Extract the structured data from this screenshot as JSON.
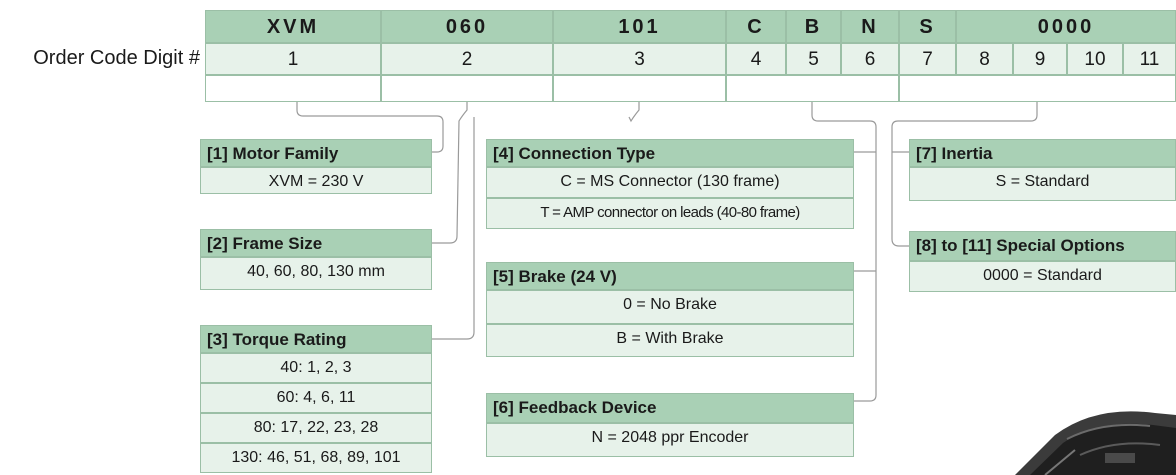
{
  "row_label": "Order Code Digit #",
  "code_segments": [
    {
      "code": "XVM",
      "digits": "1"
    },
    {
      "code": "060",
      "digits": "2"
    },
    {
      "code": "101",
      "digits": "3"
    },
    {
      "code": "C",
      "digits": "4"
    },
    {
      "code": "B",
      "digits": "5"
    },
    {
      "code": "N",
      "digits": "6"
    },
    {
      "code": "S",
      "digits": "7"
    },
    {
      "code": "0000",
      "digits": [
        "8",
        "9",
        "10",
        "11"
      ]
    }
  ],
  "boxes": {
    "motor_family": {
      "title": "[1]  Motor Family",
      "rows": [
        "XVM = 230 V"
      ]
    },
    "frame_size": {
      "title": "[2]  Frame Size",
      "rows": [
        "40, 60, 80, 130 mm"
      ]
    },
    "torque_rating": {
      "title": "[3]  Torque Rating",
      "rows": [
        "40: 1, 2, 3",
        "60:  4, 6, 11",
        "80: 17, 22, 23, 28",
        "130: 46, 51, 68, 89, 101"
      ]
    },
    "connection_type": {
      "title": "[4]  Connection Type",
      "rows": [
        "C = MS Connector (130 frame)",
        "T = AMP connector on leads (40-80 frame)"
      ]
    },
    "brake": {
      "title": "[5]  Brake (24 V)",
      "rows": [
        "0 = No Brake",
        "B = With Brake"
      ]
    },
    "feedback_device": {
      "title": "[6]  Feedback Device",
      "rows": [
        "N = 2048 ppr Encoder"
      ]
    },
    "inertia": {
      "title": "[7]  Inertia",
      "rows": [
        "S = Standard"
      ]
    },
    "special_options": {
      "title": "[8] to [11]  Special Options",
      "rows": [
        "0000 = Standard"
      ]
    }
  },
  "colors": {
    "header_green": "#a9d0b5",
    "row_green": "#e7f2ea",
    "border": "#9bbfa6",
    "connector": "#9a9a9a"
  },
  "illustration": "servo-motor-image"
}
